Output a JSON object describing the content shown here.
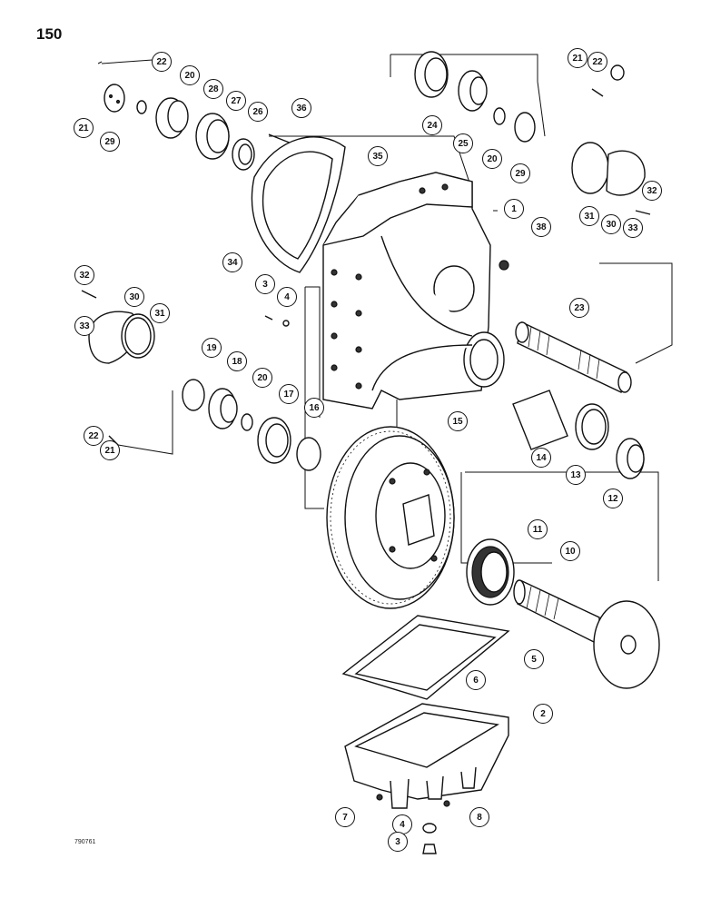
{
  "page_number": "150",
  "figure_code": "790761",
  "callouts": [
    "22",
    "21",
    "29",
    "20",
    "28",
    "27",
    "26",
    "36",
    "34",
    "35",
    "1",
    "38",
    "24",
    "25",
    "20",
    "29",
    "21",
    "22",
    "31",
    "30",
    "33",
    "32",
    "32",
    "33",
    "30",
    "31",
    "3",
    "4",
    "19",
    "18",
    "20",
    "17",
    "16",
    "23",
    "22",
    "21",
    "15",
    "14",
    "13",
    "12",
    "11",
    "10",
    "5",
    "6",
    "2",
    "7",
    "4",
    "3",
    "8"
  ]
}
